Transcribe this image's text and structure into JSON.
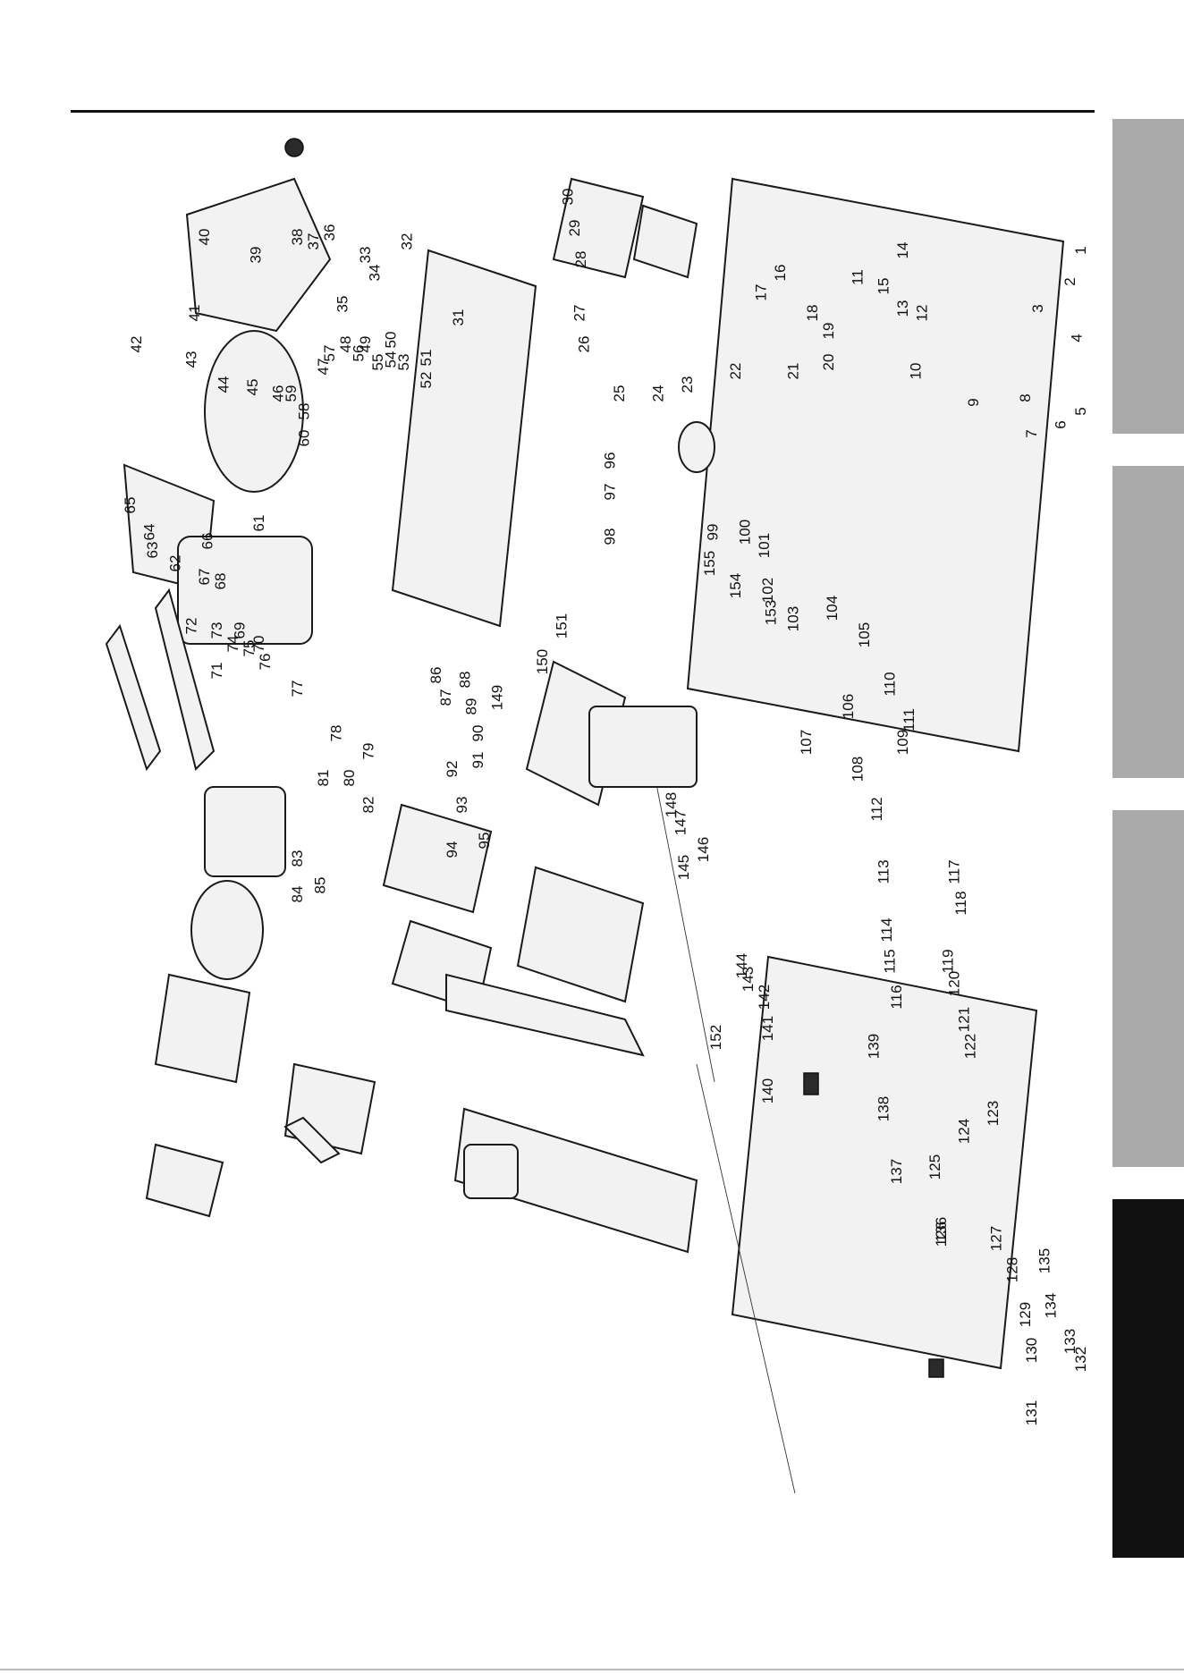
{
  "page": {
    "background": "#ffffff"
  },
  "side_tabs": [
    {
      "id": "tab-1",
      "color": "#aaaaaa",
      "active": false
    },
    {
      "id": "tab-2",
      "color": "#aaaaaa",
      "active": false
    },
    {
      "id": "tab-3",
      "color": "#aaaaaa",
      "active": false
    },
    {
      "id": "tab-4",
      "color": "#111111",
      "active": true
    }
  ],
  "diagram": {
    "orientation": "rotated 90 degrees (landscape exploded view on portrait page)",
    "part_numbers": [
      "1",
      "2",
      "3",
      "4",
      "5",
      "6",
      "7",
      "8",
      "9",
      "10",
      "11",
      "12",
      "13",
      "14",
      "15",
      "16",
      "17",
      "18",
      "19",
      "20",
      "21",
      "22",
      "23",
      "24",
      "25",
      "26",
      "27",
      "28",
      "29",
      "30",
      "31",
      "32",
      "33",
      "34",
      "35",
      "36",
      "37",
      "38",
      "39",
      "40",
      "41",
      "42",
      "43",
      "44",
      "45",
      "46",
      "47",
      "48",
      "49",
      "50",
      "51",
      "52",
      "53",
      "54",
      "55",
      "56",
      "57",
      "58",
      "59",
      "60",
      "61",
      "62",
      "63",
      "64",
      "65",
      "66",
      "67",
      "68",
      "69",
      "70",
      "71",
      "72",
      "73",
      "74",
      "75",
      "76",
      "77",
      "78",
      "79",
      "80",
      "81",
      "82",
      "83",
      "84",
      "85",
      "86",
      "87",
      "88",
      "89",
      "90",
      "91",
      "92",
      "93",
      "94",
      "95",
      "96",
      "97",
      "98",
      "99",
      "100",
      "101",
      "102",
      "103",
      "104",
      "105",
      "106",
      "107",
      "108",
      "109",
      "110",
      "111",
      "112",
      "113",
      "114",
      "115",
      "116",
      "117",
      "118",
      "119",
      "120",
      "121",
      "122",
      "123",
      "124",
      "125",
      "126",
      "127",
      "128",
      "129",
      "130",
      "131",
      "132",
      "133",
      "134",
      "135",
      "136",
      "137",
      "138",
      "139",
      "140",
      "141",
      "142",
      "143",
      "144",
      "145",
      "146",
      "147",
      "148",
      "149",
      "150",
      "151",
      "152",
      "153",
      "154",
      "155"
    ]
  }
}
